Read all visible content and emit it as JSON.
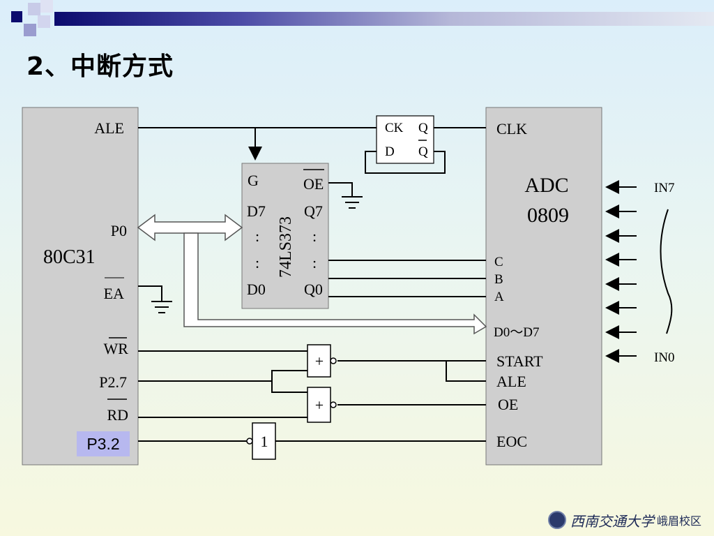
{
  "slide": {
    "title": "2、中断方式"
  },
  "mcu": {
    "name": "80C31",
    "pins": {
      "ale": "ALE",
      "p0": "P0",
      "ea": "EA",
      "wr": "WR",
      "p27": "P2.7",
      "rd": "RD",
      "p32": "P3.2"
    }
  },
  "latch": {
    "name": "74LS373",
    "left_pins": {
      "g": "G",
      "d7": "D7",
      "dots": ":",
      "d0": "D0"
    },
    "right_pins": {
      "oe": "OE",
      "q7": "Q7",
      "dots": ":",
      "q0": "Q0"
    }
  },
  "flipflop": {
    "ck": "CK",
    "d": "D",
    "q": "Q",
    "qbar": "Q"
  },
  "adc": {
    "name_line1": "ADC",
    "name_line2": "0809",
    "pins": {
      "clk": "CLK",
      "c": "C",
      "b": "B",
      "a": "A",
      "d0d7": "D0～D7",
      "start": "START",
      "ale": "ALE",
      "oe": "OE",
      "eoc": "EOC"
    }
  },
  "inputs": {
    "in7": "IN7",
    "in0": "IN0"
  },
  "gates": {
    "or1": "+",
    "or2": "+",
    "not1": "1"
  },
  "logo": {
    "text": "西南交通大学",
    "campus": "峨眉校区"
  },
  "colors": {
    "chip_fill": "#cfcfcf",
    "header_dark": "#0b0b6e",
    "p32_highlight": "#b7b8ef"
  }
}
